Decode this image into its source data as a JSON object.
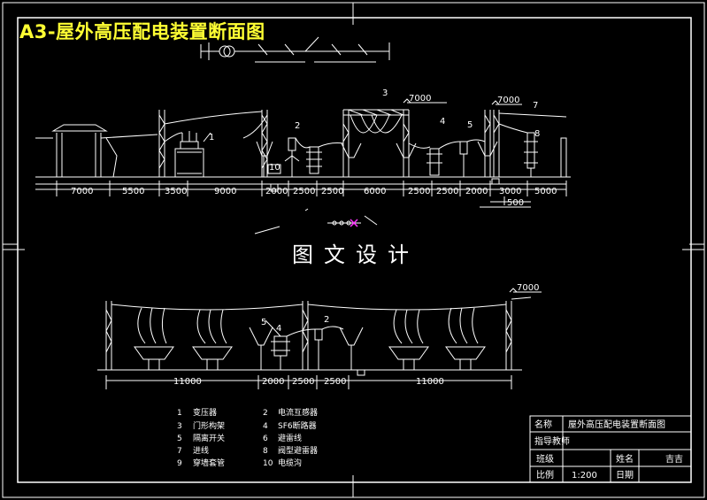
{
  "title": "A3-屋外高压配电装置断面图",
  "watermark": "图文设计",
  "upper_section": {
    "height_labels": [
      "7000",
      "7000"
    ],
    "dimensions": [
      "7000",
      "5500",
      "3500",
      "9000",
      "2000",
      "2500",
      "2500",
      "6000",
      "2500",
      "2500",
      "2000",
      "3000",
      "5000",
      "500"
    ],
    "callouts": [
      "1",
      "2",
      "3",
      "4",
      "5",
      "7",
      "8",
      "10"
    ]
  },
  "lower_section": {
    "height_label": "7000",
    "dimensions": [
      "11000",
      "2000",
      "2500",
      "2500",
      "11000"
    ],
    "callouts": [
      "5",
      "4",
      "2"
    ]
  },
  "legend": [
    {
      "num": "1",
      "text": "变压器"
    },
    {
      "num": "2",
      "text": "电流互感器"
    },
    {
      "num": "3",
      "text": "门形构架"
    },
    {
      "num": "4",
      "text": "SF6断路器"
    },
    {
      "num": "5",
      "text": "隔离开关"
    },
    {
      "num": "6",
      "text": "避雷线"
    },
    {
      "num": "7",
      "text": "进线"
    },
    {
      "num": "8",
      "text": "阀型避雷器"
    },
    {
      "num": "9",
      "text": "穿墙套管"
    },
    {
      "num": "10",
      "text": "电缆沟"
    }
  ],
  "title_block": {
    "name_label": "名称",
    "name_value": "屋外高压配电装置断面图",
    "advisor_label": "指导教师",
    "class_label": "班级",
    "student_label": "姓名",
    "student_value": "吉吉",
    "scale_label": "比例",
    "scale_value": "1:200",
    "date_label": "日期"
  },
  "colors": {
    "background": "#000000",
    "lines": "#ffffff",
    "title": "#ffff33",
    "marker": "#ff33ff"
  }
}
